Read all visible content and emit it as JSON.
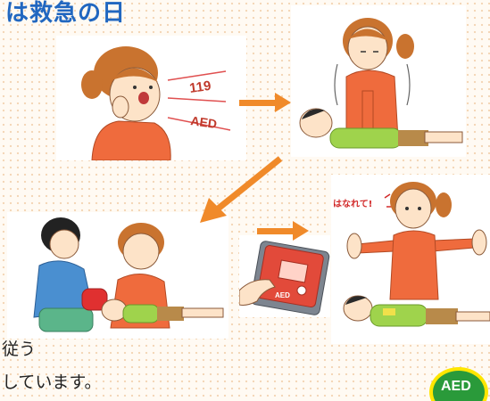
{
  "title": "は救急の日",
  "panels": {
    "call": {
      "labels": [
        "119",
        "AED"
      ]
    },
    "aed_device": {
      "label": "AED"
    },
    "separate": {
      "speech": "はなれて!"
    }
  },
  "captions": [
    "従う",
    "しています。"
  ],
  "logo": {
    "text": "AED"
  },
  "colors": {
    "title": "#2167c0",
    "arrow": "#f08a2a",
    "skin": "#fde3c8",
    "shirt_orange": "#ef6b3d",
    "patient_green": "#9fd34c",
    "aed_green": "#2a9a3a"
  }
}
